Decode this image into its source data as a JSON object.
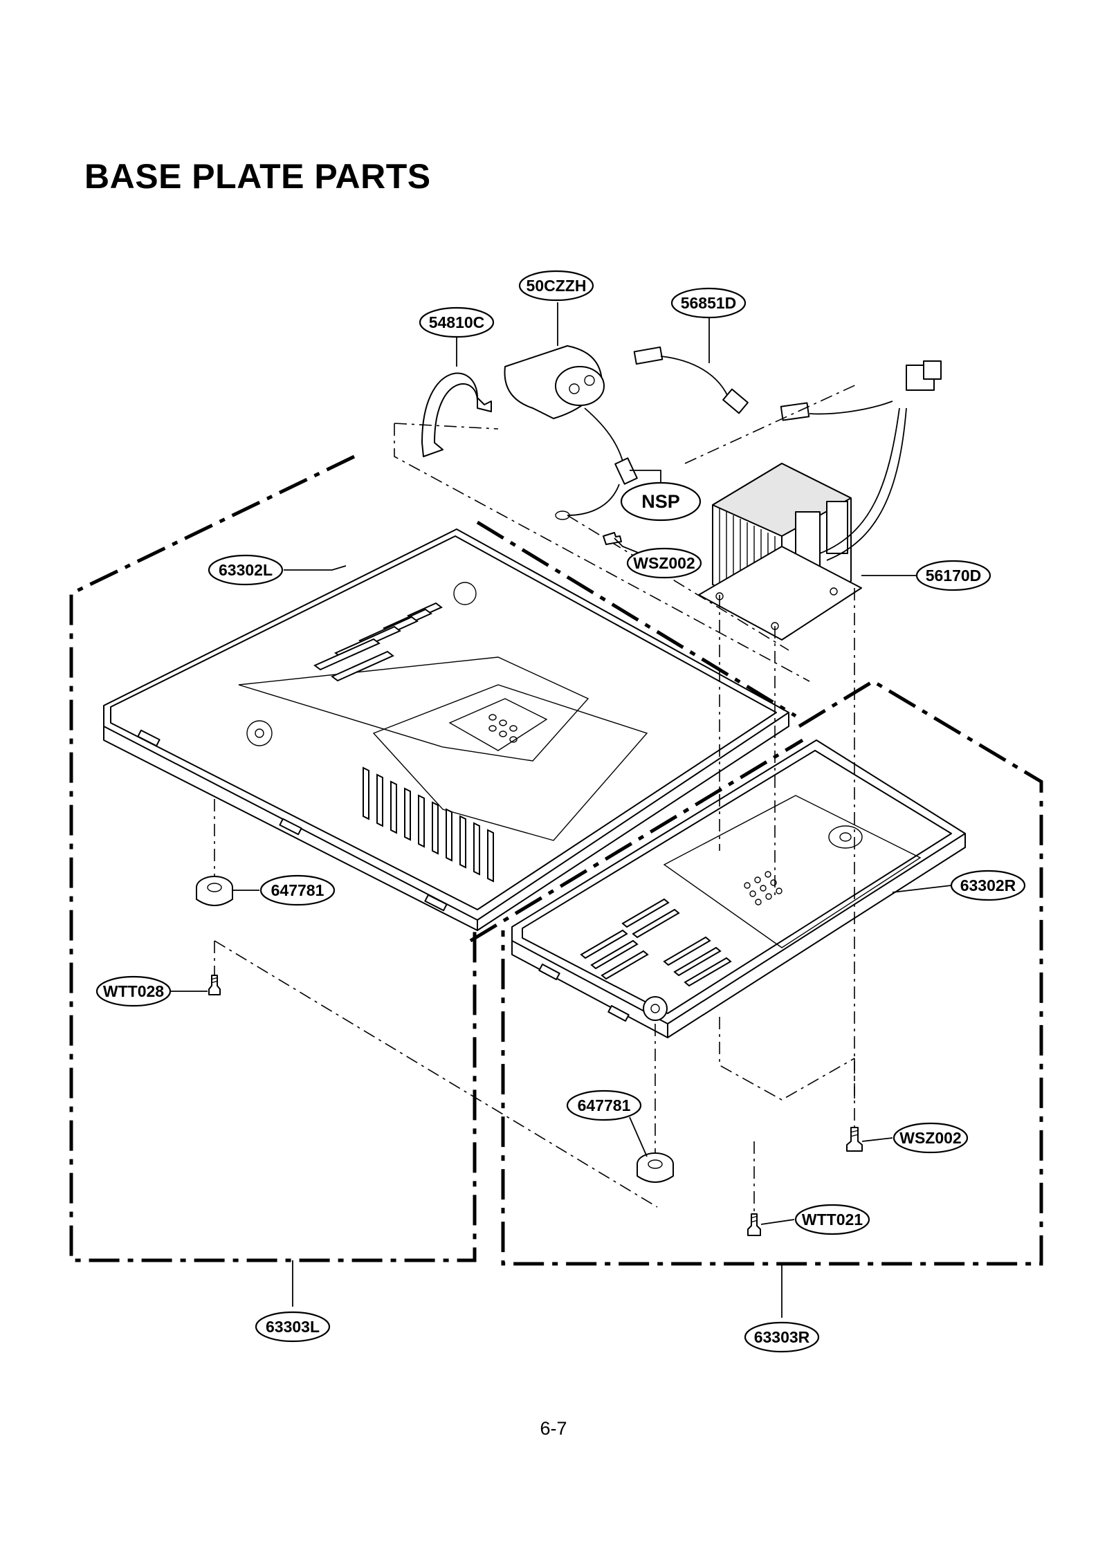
{
  "page": {
    "title": "BASE PLATE PARTS",
    "page_number": "6-7"
  },
  "callouts": [
    {
      "id": "50czzh",
      "label": "50CZZH"
    },
    {
      "id": "54810c",
      "label": "54810C"
    },
    {
      "id": "56851d",
      "label": "56851D"
    },
    {
      "id": "nsp",
      "label": "NSP"
    },
    {
      "id": "wsz002-top",
      "label": "WSZ002"
    },
    {
      "id": "63302l",
      "label": "63302L"
    },
    {
      "id": "56170d",
      "label": "56170D"
    },
    {
      "id": "647781-left",
      "label": "647781"
    },
    {
      "id": "63302r",
      "label": "63302R"
    },
    {
      "id": "wtt028",
      "label": "WTT028"
    },
    {
      "id": "647781-right",
      "label": "647781"
    },
    {
      "id": "wsz002-bottom",
      "label": "WSZ002"
    },
    {
      "id": "wtt021",
      "label": "WTT021"
    },
    {
      "id": "63303l",
      "label": "63303L"
    },
    {
      "id": "63303r",
      "label": "63303R"
    }
  ]
}
